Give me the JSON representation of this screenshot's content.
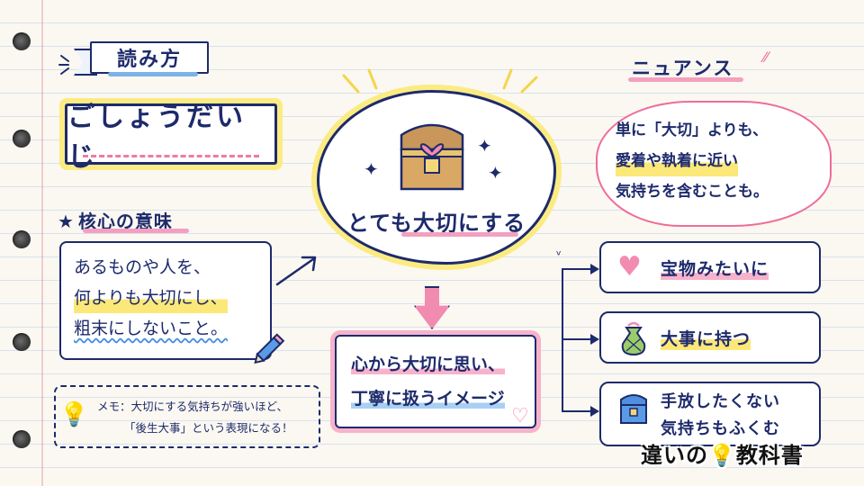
{
  "reading": {
    "label": "読み方",
    "value": "ごしょうだいじ"
  },
  "core_meaning": {
    "title": "核心の意味",
    "lines": [
      "あるものや人を、",
      "何よりも大切にし、",
      "粗末にしないこと。"
    ]
  },
  "memo": {
    "line1": "メモ：大切にする気持ちが強いほど、",
    "line2": "「後生大事」という表現になる！"
  },
  "center": {
    "cloud_text": "とても大切にする",
    "box_line1": "心から大切に思い、",
    "box_line2": "丁寧に扱うイメージ"
  },
  "nuance": {
    "title": "ニュアンス",
    "lines": [
      "単に「大切」よりも、",
      "愛着や執着に近い",
      "気持ちを含むことも。"
    ]
  },
  "cards": [
    {
      "label": "宝物みたいに",
      "icon": "heart-icon"
    },
    {
      "label": "大事に持つ",
      "icon": "pouch-icon"
    },
    {
      "label_line1": "手放したくない",
      "label_line2": "気持ちもふくむ",
      "icon": "treasure-chest-icon"
    }
  ],
  "logo": {
    "text_left": "違いの",
    "text_right": "教科書"
  },
  "colors": {
    "ink": "#1d2a6b",
    "pink": "#f28bb0",
    "yellow": "#fbeb83",
    "blue": "#4a8ee0"
  }
}
